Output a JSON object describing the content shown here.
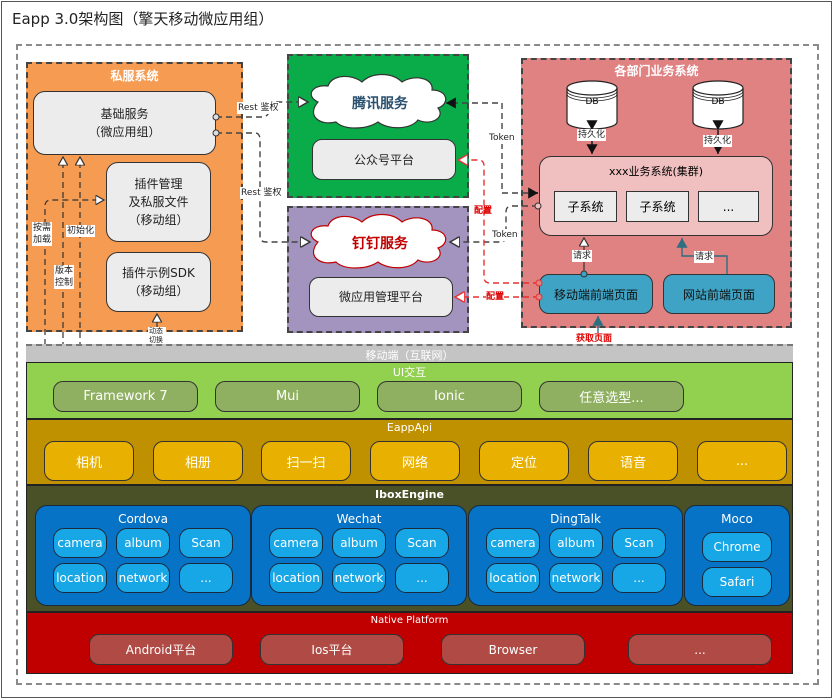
{
  "title": "Eapp 3.0架构图（擎天移动微应用组）",
  "private_system": {
    "title": "私服系统",
    "base_service": {
      "line1": "基础服务",
      "line2": "（微应用组）"
    },
    "plugin_mgmt": {
      "line1": "插件管理",
      "line2": "及私服文件",
      "line3": "（移动组）"
    },
    "plugin_sdk": {
      "line1": "插件示例SDK",
      "line2": "（移动组）"
    },
    "labels": {
      "on_demand": [
        "按需",
        "加载"
      ],
      "init": "初始化",
      "version": [
        "版本",
        "控制"
      ],
      "dynamic": [
        "动态",
        "切换"
      ]
    }
  },
  "tencent": {
    "cloud": "腾讯服务",
    "platform": "公众号平台"
  },
  "dingtalk": {
    "cloud": "钉钉服务",
    "platform": "微应用管理平台"
  },
  "business": {
    "title": "各部门业务系统",
    "db_labels": [
      "DB",
      "DB"
    ],
    "persist": "持久化",
    "cluster_title": "xxx业务系统(集群)",
    "subsystems": [
      "子系统",
      "子系统",
      "..."
    ],
    "request": "请求",
    "mobile_front": "移动端前端页面",
    "web_front": "网站前端页面"
  },
  "edge_labels": {
    "rest_auth": "Rest 鉴权",
    "token": "Token",
    "config": "配置",
    "get_page": "获取页面"
  },
  "mobile": {
    "title": "移动端（互联网）",
    "ui_layer": {
      "title": "UI交互",
      "items": [
        "Framework 7",
        "Mui",
        "Ionic",
        "任意选型..."
      ]
    },
    "api_layer": {
      "title": "EappApi",
      "items": [
        "相机",
        "相册",
        "扫一扫",
        "网络",
        "定位",
        "语音",
        "..."
      ]
    },
    "engine_layer": {
      "title": "IboxEngine",
      "cards": [
        {
          "name": "Cordova",
          "items": [
            "camera",
            "album",
            "Scan",
            "location",
            "network",
            "..."
          ]
        },
        {
          "name": "Wechat",
          "items": [
            "camera",
            "album",
            "Scan",
            "location",
            "network",
            "..."
          ]
        },
        {
          "name": "DingTalk",
          "items": [
            "camera",
            "album",
            "Scan",
            "location",
            "network",
            "..."
          ]
        },
        {
          "name": "Moco",
          "items": [
            "Chrome",
            "Safari"
          ]
        }
      ]
    },
    "native_layer": {
      "title": "Native Platform",
      "items": [
        "Android平台",
        "Ios平台",
        "Browser",
        "..."
      ]
    }
  },
  "colors": {
    "private": "#f59b52",
    "tencent": "#0aac4a",
    "dingtalk": "#a393bf",
    "business": "#e08182",
    "mobile_header": "#c4c4c4",
    "ui": "#92d050",
    "ui_chip": "#8fb060",
    "api": "#bf9000",
    "api_chip": "#e8b000",
    "engine": "#4a5127",
    "engine_card": "#0773c6",
    "engine_pill": "#17a6e6",
    "native": "#c00000",
    "native_chip": "#b04a44",
    "frontend": "#3ea3c4",
    "config_red": "#e83030"
  }
}
